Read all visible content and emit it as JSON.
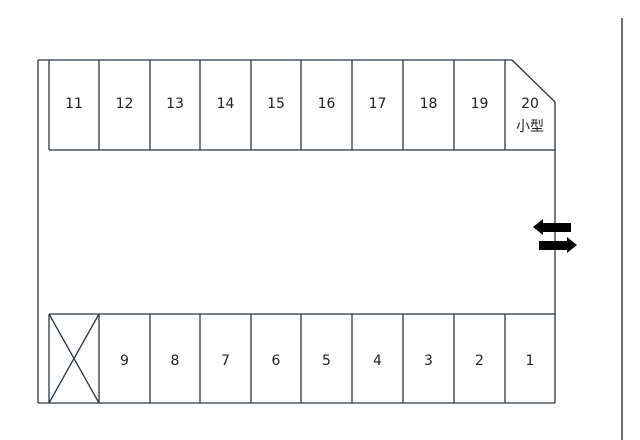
{
  "title": "Parking lot layout",
  "top_row": [
    "11",
    "12",
    "13",
    "14",
    "15",
    "16",
    "17",
    "18",
    "19",
    "20"
  ],
  "small_car_label": "小型",
  "bottom_row": [
    "X",
    "9",
    "8",
    "7",
    "6",
    "5",
    "4",
    "3",
    "2",
    "1"
  ],
  "unavailable_space_icon": "cross-icon",
  "entrance_icon": "two-way-arrows-icon"
}
